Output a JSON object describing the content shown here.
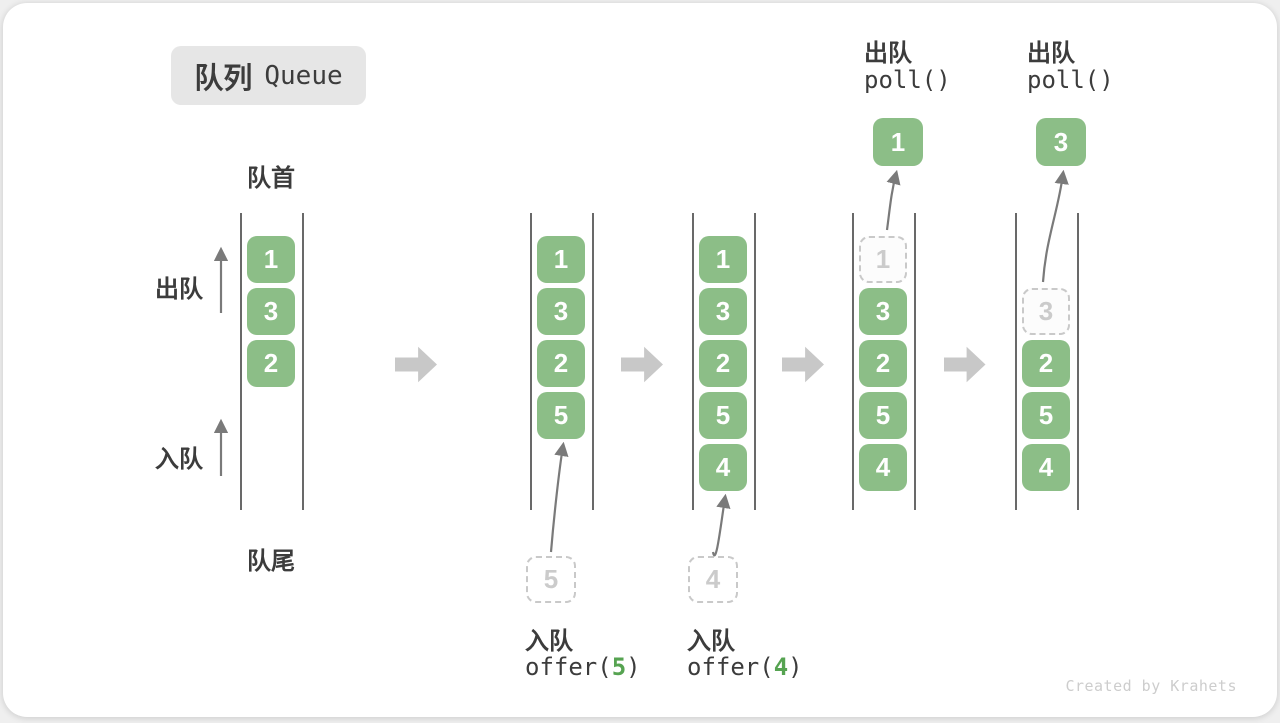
{
  "header": {
    "title_zh": "队列",
    "title_en": "Queue"
  },
  "labels": {
    "front": "队首",
    "rear": "队尾",
    "dequeue_side": "出队",
    "enqueue_side": "入队"
  },
  "footer": {
    "credit": "Created by Krahets"
  },
  "colors": {
    "box_green": "#8CBE87",
    "arg_green": "#56A351",
    "text_dark": "#3C3C3C",
    "flow_arrow_gray": "#C8C8C8",
    "thin_arrow_gray": "#7A7A7A",
    "queue_line_gray": "#696969",
    "dashed_border_gray": "#C9C9C9",
    "dashed_text_gray": "#CBCBCB",
    "title_bg": "#E6E6E6",
    "footer_gray": "#CDCDCD",
    "card_bg": "#FFFFFF",
    "page_bg": "#EFEFEF"
  },
  "queues": [
    {
      "slots": [
        {
          "v": "1",
          "state": "filled"
        },
        {
          "v": "3",
          "state": "filled"
        },
        {
          "v": "2",
          "state": "filled"
        }
      ]
    },
    {
      "slots": [
        {
          "v": "1",
          "state": "filled"
        },
        {
          "v": "3",
          "state": "filled"
        },
        {
          "v": "2",
          "state": "filled"
        },
        {
          "v": "5",
          "state": "filled"
        }
      ],
      "pending": {
        "value": "5",
        "action_label": "入队",
        "fn": "offer",
        "arg": "5"
      }
    },
    {
      "slots": [
        {
          "v": "1",
          "state": "filled"
        },
        {
          "v": "3",
          "state": "filled"
        },
        {
          "v": "2",
          "state": "filled"
        },
        {
          "v": "5",
          "state": "filled"
        },
        {
          "v": "4",
          "state": "filled"
        }
      ],
      "pending": {
        "value": "4",
        "action_label": "入队",
        "fn": "offer",
        "arg": "4"
      }
    },
    {
      "slots": [
        {
          "v": "1",
          "state": "removed"
        },
        {
          "v": "3",
          "state": "filled"
        },
        {
          "v": "2",
          "state": "filled"
        },
        {
          "v": "5",
          "state": "filled"
        },
        {
          "v": "4",
          "state": "filled"
        }
      ],
      "popped": {
        "value": "1",
        "action_label": "出队",
        "code": "poll()"
      }
    },
    {
      "slots": [
        {
          "v": "",
          "state": "empty"
        },
        {
          "v": "3",
          "state": "removed"
        },
        {
          "v": "2",
          "state": "filled"
        },
        {
          "v": "5",
          "state": "filled"
        },
        {
          "v": "4",
          "state": "filled"
        }
      ],
      "popped": {
        "value": "3",
        "action_label": "出队",
        "code": "poll()"
      }
    }
  ]
}
